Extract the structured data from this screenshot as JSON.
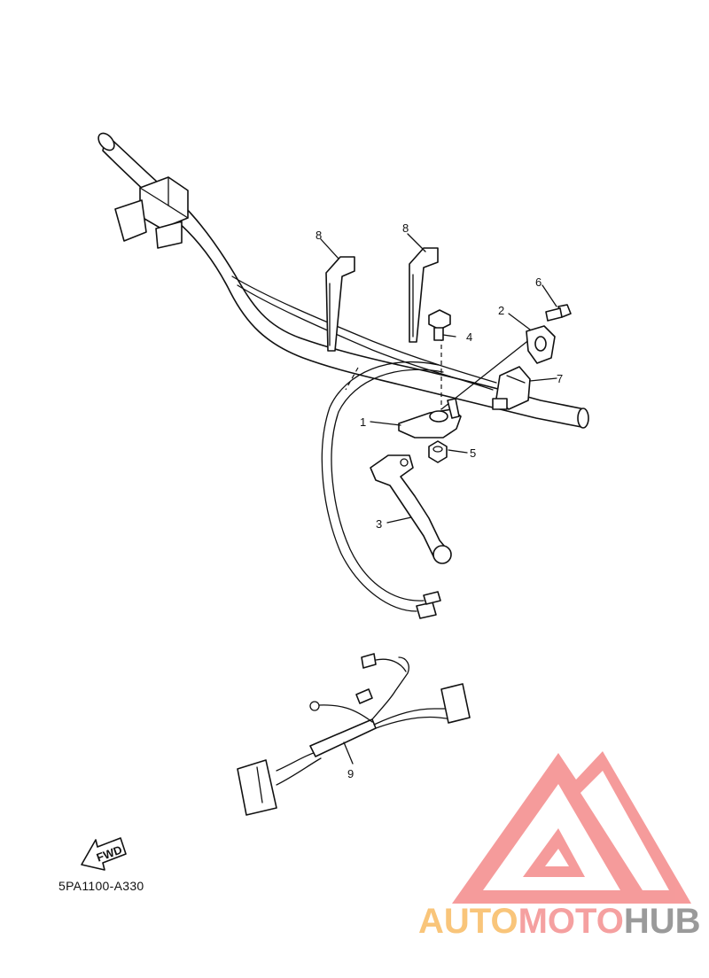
{
  "diagram_code": "5PA1100-A330",
  "fwd_label": "FWD",
  "watermark": {
    "part1": "AUTO",
    "part2": "MOTO",
    "part3": "HUB",
    "color_auto": "#f9c57a",
    "color_moto": "#f5a0a0",
    "color_hub": "#9a9a9a",
    "logo_color": "#f48a8a"
  },
  "callouts": [
    {
      "id": "1",
      "label": "1"
    },
    {
      "id": "2",
      "label": "2"
    },
    {
      "id": "3",
      "label": "3"
    },
    {
      "id": "4",
      "label": "4"
    },
    {
      "id": "5",
      "label": "5"
    },
    {
      "id": "6",
      "label": "6"
    },
    {
      "id": "7",
      "label": "7"
    },
    {
      "id": "8a",
      "label": "8"
    },
    {
      "id": "8b",
      "label": "8"
    },
    {
      "id": "9",
      "label": "9"
    }
  ]
}
